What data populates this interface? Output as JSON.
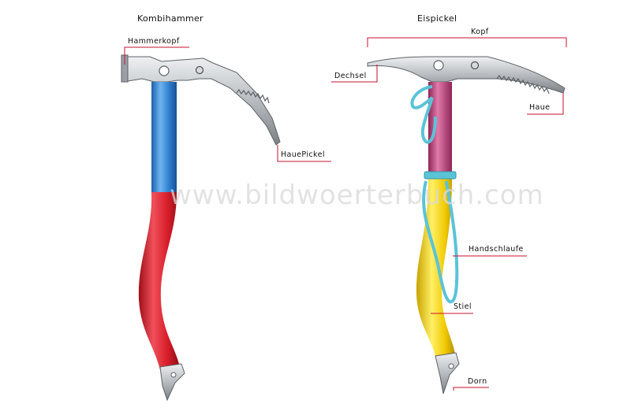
{
  "titles": {
    "left": "Kombihammer",
    "right": "Eispickel"
  },
  "labels": {
    "hammerkopf": "Hammerkopf",
    "haue_pickel": "HauePickel",
    "kopf": "Kopf",
    "dechsel": "Dechsel",
    "haue": "Haue",
    "handschlaufe": "Handschlaufe",
    "stiel": "Stiel",
    "dorn": "Dorn"
  },
  "watermark": "www.bildwoerterbuch.com",
  "colors": {
    "leader_line": "#c8102e",
    "hammer_upper_handle": "#2e7fd0",
    "hammer_lower_handle": "#d81e2a",
    "axe_upper_handle": "#c2407a",
    "axe_lower_handle": "#f0c800",
    "strap": "#5bc3d8",
    "metal": "#b8bcc0"
  }
}
